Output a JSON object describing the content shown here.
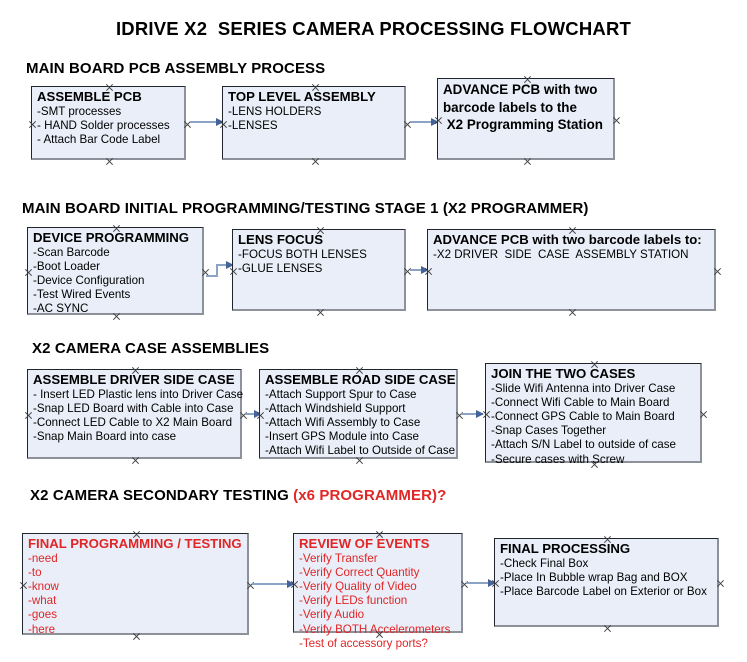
{
  "document": {
    "title": "IDRIVE X2  SERIES CAMERA PROCESSING FLOWCHART"
  },
  "sections": [
    {
      "id": "main-board-pcb-assembly",
      "heading": "MAIN BOARD PCB ASSEMBLY PROCESS",
      "heading_accent": "",
      "nodes": [
        {
          "id": "assemble-pcb",
          "title": "ASSEMBLE PCB",
          "lines": [
            "-SMT processes",
            "- HAND Solder processes",
            "- Attach Bar Code Label"
          ]
        },
        {
          "id": "top-level-assembly",
          "title": "TOP LEVEL ASSEMBLY",
          "lines": [
            "-LENS HOLDERS",
            "-LENSES"
          ]
        },
        {
          "id": "advance-pcb-to-x2-programming-station",
          "title": "ADVANCE PCB with two\nbarcode labels to the\n X2 Programming Station",
          "lines": []
        }
      ]
    },
    {
      "id": "main-board-initial-programming",
      "heading": "MAIN BOARD INITIAL PROGRAMMING/TESTING STAGE 1 (X2 PROGRAMMER)",
      "heading_accent": "",
      "nodes": [
        {
          "id": "device-programming",
          "title": "DEVICE PROGRAMMING",
          "lines": [
            "-Scan Barcode",
            "-Boot Loader",
            "-Device Configuration",
            "-Test Wired Events",
            "-AC SYNC"
          ]
        },
        {
          "id": "lens-focus",
          "title": "LENS FOCUS",
          "lines": [
            "-FOCUS BOTH LENSES",
            "-GLUE LENSES"
          ]
        },
        {
          "id": "advance-pcb-to-driver-side-case-station",
          "title": "ADVANCE PCB with two barcode labels to:",
          "lines": [
            "-X2 DRIVER  SIDE  CASE  ASSEMBLY STATION"
          ]
        }
      ]
    },
    {
      "id": "x2-camera-case-assemblies",
      "heading": "X2 CAMERA CASE ASSEMBLIES",
      "heading_accent": "",
      "nodes": [
        {
          "id": "assemble-driver-side-case",
          "title": "ASSEMBLE DRIVER SIDE CASE",
          "lines": [
            "- Insert LED Plastic lens into Driver Case",
            "-Snap LED Board with Cable into Case",
            "-Connect LED Cable to X2 Main Board",
            "-Snap Main Board into case"
          ]
        },
        {
          "id": "assemble-road-side-case",
          "title": "ASSEMBLE ROAD SIDE CASE",
          "lines": [
            "-Attach Support Spur to Case",
            "-Attach Windshield Support",
            "-Attach Wifi Assembly to Case",
            "-Insert GPS Module into Case",
            "-Attach Wifi Label to Outside of Case"
          ]
        },
        {
          "id": "join-the-two-cases",
          "title": "JOIN THE TWO CASES",
          "lines": [
            "-Slide Wifi Antenna into Driver Case",
            "-Connect Wifi Cable to Main Board",
            "-Connect GPS Cable to Main Board",
            "-Snap Cases Together",
            "-Attach S/N Label to outside of case",
            "-Secure cases with Screw"
          ]
        }
      ]
    },
    {
      "id": "x2-camera-secondary-testing",
      "heading": "X2 CAMERA SECONDARY TESTING ",
      "heading_accent": "(x6 PROGRAMMER)?",
      "nodes": [
        {
          "id": "final-programming-testing",
          "title": "FINAL PROGRAMMING / TESTING",
          "lines": [
            "-need",
            "-to",
            "-know",
            "-what",
            "-goes",
            "-here"
          ]
        },
        {
          "id": "review-of-events",
          "title": "REVIEW OF EVENTS",
          "lines": [
            "-Verify Transfer",
            "-Verify Correct Quantity",
            "-Verify Quality of Video",
            "-Verify LEDs function",
            "-Verify Audio",
            "-Verify BOTH Accelerometers",
            "-Test of accessory ports?"
          ]
        },
        {
          "id": "final-processing",
          "title": "FINAL PROCESSING",
          "lines": [
            "-Check Final Box",
            "-Place In Bubble wrap Bag and BOX",
            "-Place Barcode Label on Exterior or Box"
          ]
        }
      ]
    }
  ],
  "colors": {
    "node_fill": "#e9eef8",
    "node_border": "#20242b",
    "node_shadow": "#8d9199",
    "connector": "#8ba3c4",
    "arrow": "#44639a",
    "accent_red": "#e02626",
    "text": "#000000",
    "background": "#ffffff"
  }
}
